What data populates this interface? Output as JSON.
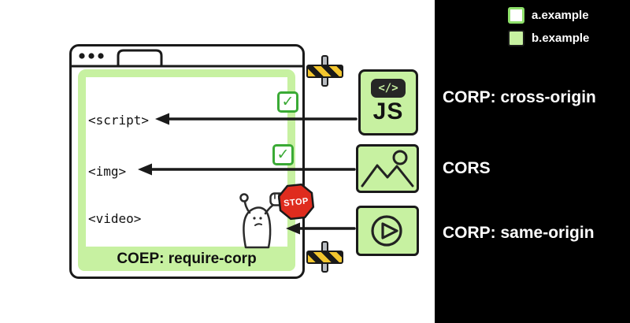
{
  "legend": {
    "items": [
      {
        "label": "a.example",
        "swatch": "white-green-border"
      },
      {
        "label": "b.example",
        "swatch": "green-filled"
      }
    ]
  },
  "window": {
    "coep_label": "COEP: require-corp",
    "tags": [
      {
        "name": "<script>",
        "status": "allowed"
      },
      {
        "name": "<img>",
        "status": "allowed"
      },
      {
        "name": "<video>",
        "status": "blocked"
      }
    ]
  },
  "resources": [
    {
      "kind": "js-file",
      "label": "CORP: cross-origin",
      "chip": "</>",
      "file_text": "JS"
    },
    {
      "kind": "image",
      "label": "CORS"
    },
    {
      "kind": "video",
      "label": "CORP: same-origin"
    }
  ],
  "stop_sign": "STOP",
  "check_glyph": "✓",
  "colors": {
    "green": "#c7f1a1",
    "check_green": "#3aaa35",
    "stop_red": "#df2c1e",
    "panel": "#000000",
    "ink": "#1a1a1a"
  }
}
